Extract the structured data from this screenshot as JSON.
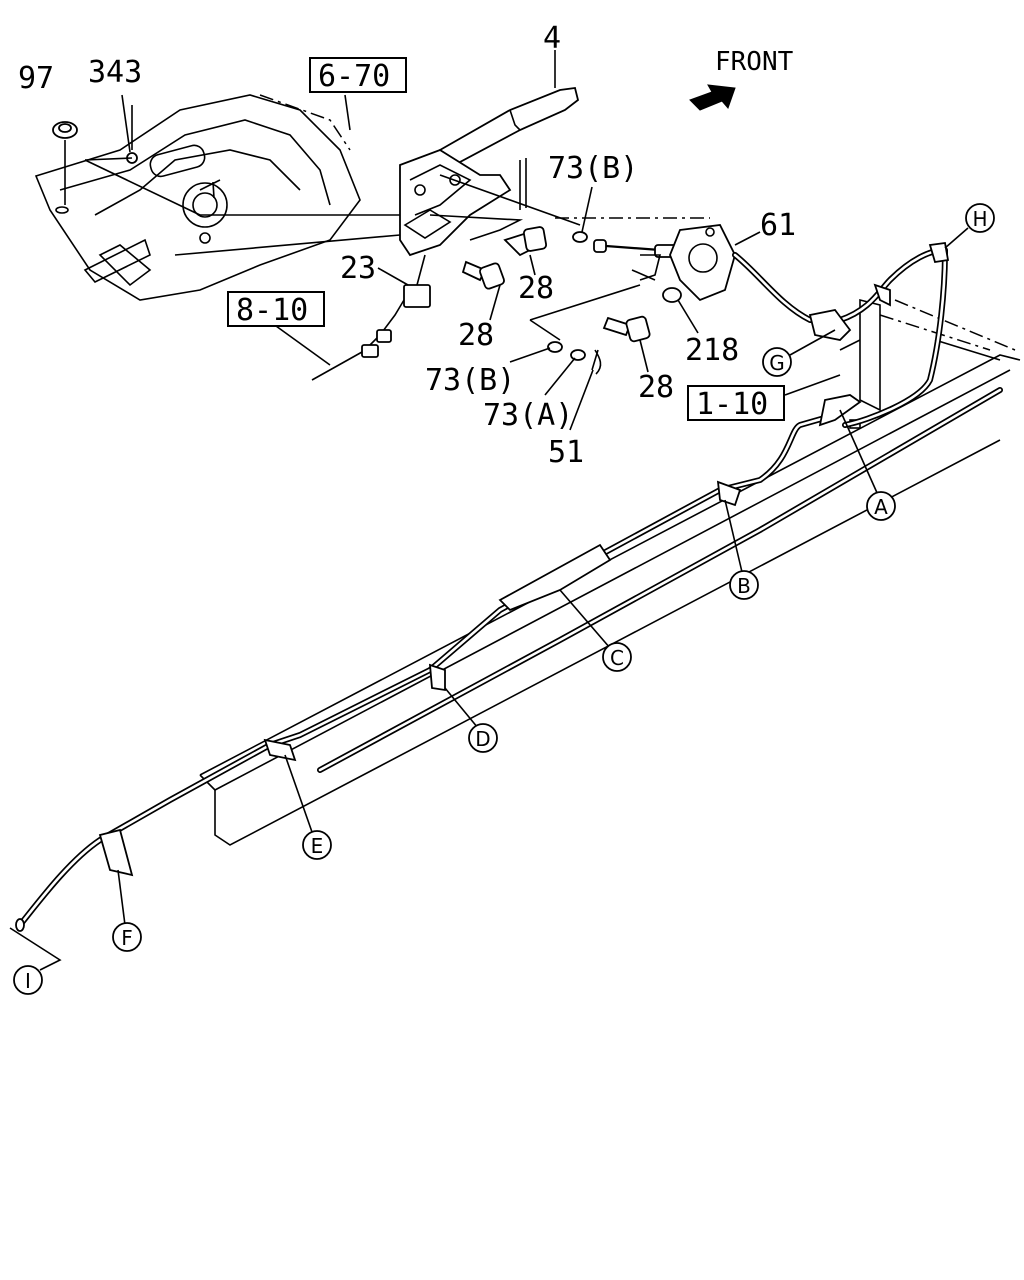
{
  "diagram": {
    "direction_label": "FRONT",
    "part_numbers": {
      "p97": "97",
      "p343": "343",
      "p4": "4",
      "p23": "23",
      "p28a": "28",
      "p28b": "28",
      "p28c": "28",
      "p73b_top": "73(B)",
      "p73b_bottom": "73(B)",
      "p73a": "73(A)",
      "p51": "51",
      "p61": "61",
      "p218": "218"
    },
    "references": {
      "ref_6_70": "6-70",
      "ref_8_10": "8-10",
      "ref_1_10": "1-10"
    },
    "clip_markers": {
      "A": "A",
      "B": "B",
      "C": "C",
      "D": "D",
      "E": "E",
      "F": "F",
      "G": "G",
      "H": "H",
      "I": "I"
    }
  }
}
